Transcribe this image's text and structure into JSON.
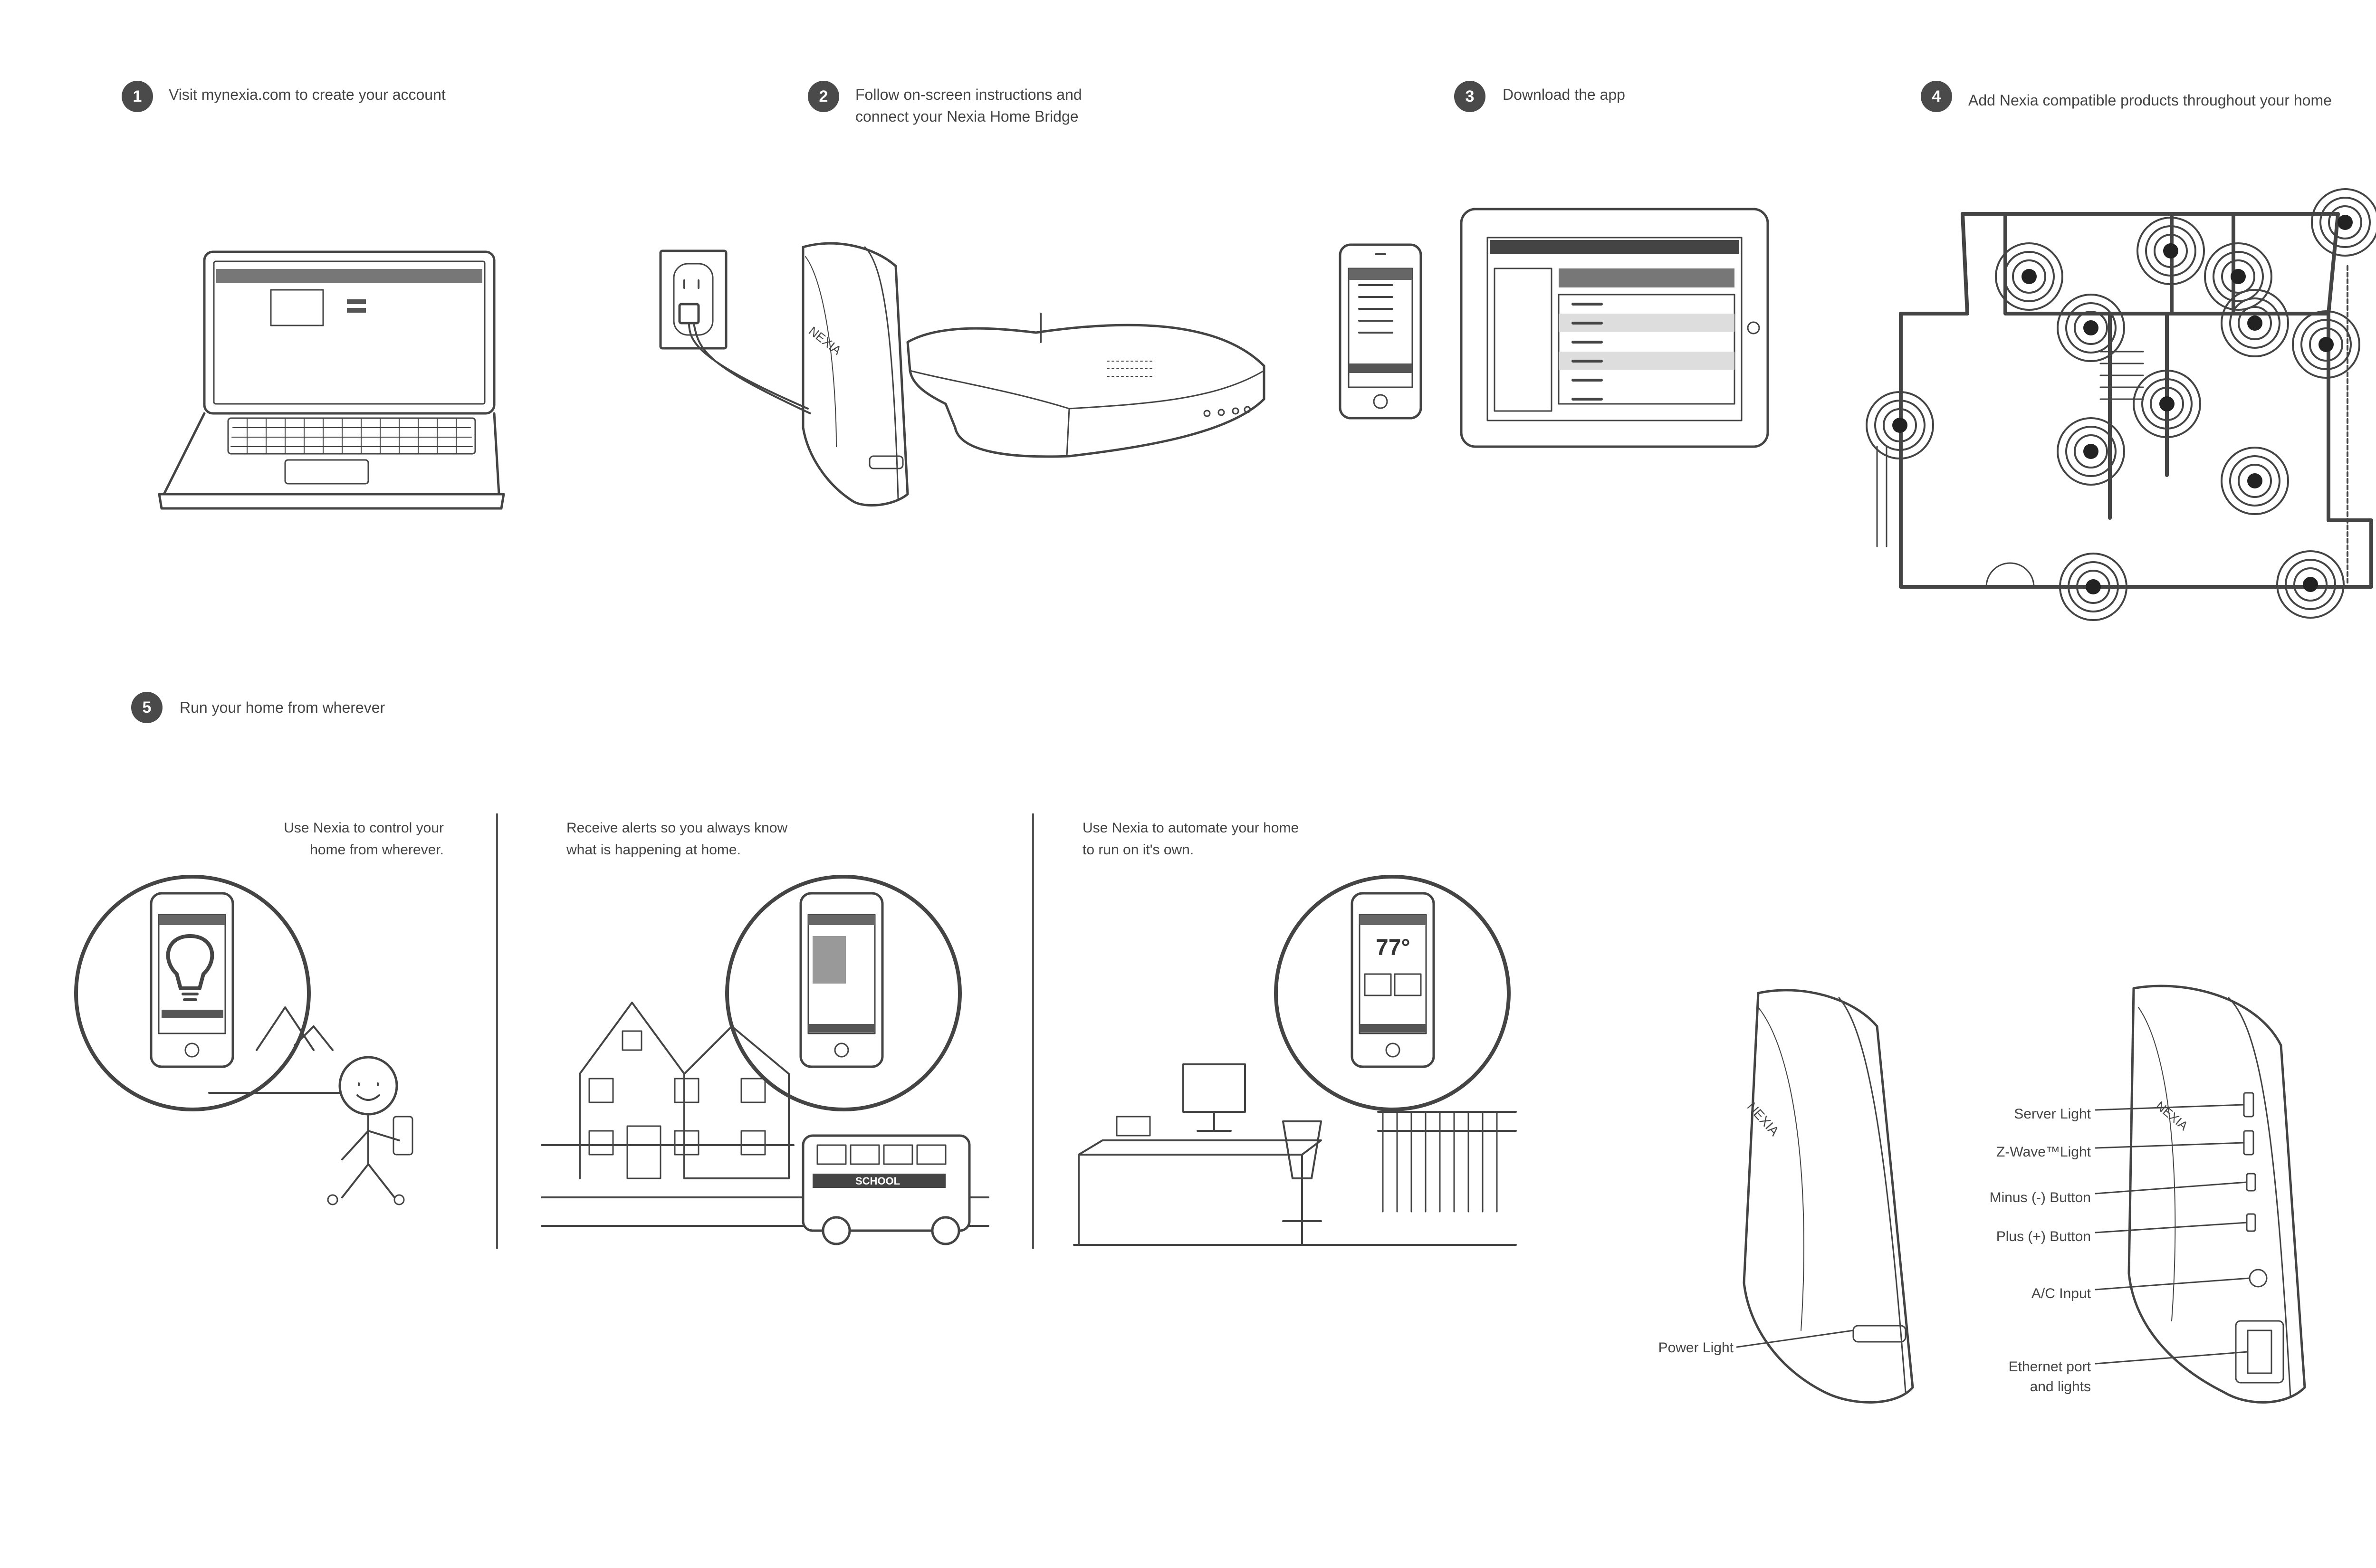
{
  "steps": [
    {
      "number": "1",
      "text": "Visit mynexia.com to create your account"
    },
    {
      "number": "2",
      "line1": "Follow on-screen instructions and",
      "line2": "connect your Nexia Home Bridge"
    },
    {
      "number": "3",
      "text": "Download the app"
    },
    {
      "number": "4",
      "text": "Add Nexia compatible products throughout your home"
    },
    {
      "number": "5",
      "text": "Run your home from wherever"
    }
  ],
  "panels": [
    {
      "line1": "Use Nexia to control your",
      "line2": "home from wherever."
    },
    {
      "line1": "Receive alerts so you always know",
      "line2": "what is happening at home."
    },
    {
      "line1": "Use Nexia to automate your home",
      "line2": "to run on it's own."
    }
  ],
  "bridge_labels": {
    "power_light": "Power Light",
    "server_light": "Server Light",
    "zwave_light": "Z-Wave™Light",
    "minus_button": "Minus (-) Button",
    "plus_button": "Plus (+) Button",
    "ac_input": "A/C Input",
    "ethernet_line1": "Ethernet port",
    "ethernet_line2": "and lights"
  },
  "device": {
    "brand": "NEXIA",
    "thermostat_temp": "77°",
    "bus_sign": "SCHOOL"
  }
}
